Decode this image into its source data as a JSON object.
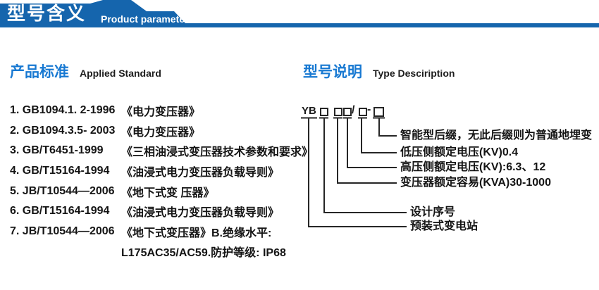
{
  "header": {
    "title": "型号含义",
    "subtitle": "Product parameters"
  },
  "applied_standard": {
    "title": "产品标准",
    "title_en": "Applied Standard",
    "items": [
      {
        "code": "1. GB1094.1. 2-1996",
        "desc": "《电力变压器》"
      },
      {
        "code": "2. GB1094.3.5- 2003",
        "desc": "《电力变压器》"
      },
      {
        "code": "3. GB/T6451-1999",
        "desc": "《三相油浸式变压器技术参数和要求》"
      },
      {
        "code": "4. GB/T15164-1994",
        "desc": "《油浸式电力变压器负载导则》"
      },
      {
        "code": "5. JB/T10544—2006",
        "desc": "《地下式变 压器》"
      },
      {
        "code": "6. GB/T15164-1994",
        "desc": "《油浸式电力变压器负载导则》"
      },
      {
        "code": "7. JB/T10544—2006",
        "desc": "《地下式变压器》B.绝缘水平:"
      },
      {
        "code": "",
        "desc": "L175AC35/AC59.防护等级: IP68"
      }
    ]
  },
  "type_description": {
    "title": "型号说明",
    "title_en": "Type Desciription",
    "code_prefix": "YB",
    "code_slash": "/",
    "code_dash": "-",
    "annotations": [
      "智能型后缀，无此后缀则为普通地埋变",
      "低压侧额定电压(KV)0.4",
      "高压侧额定电压(KV):6.3、12",
      "变压器额定容易(KVA)30-1000",
      "设计序号",
      "预装式变电站"
    ]
  },
  "colors": {
    "header_blue": "#1565ad",
    "accent_blue": "#1879d2",
    "text": "#141414",
    "line": "#262626"
  }
}
